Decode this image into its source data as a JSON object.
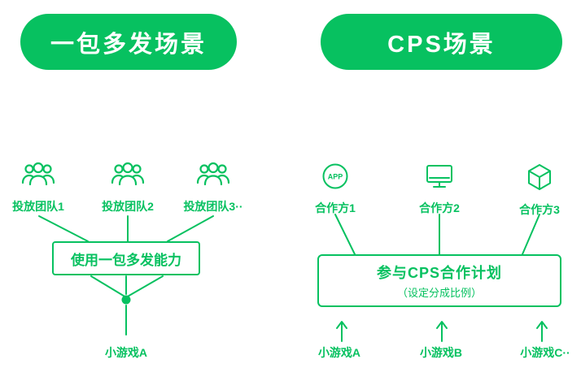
{
  "colors": {
    "green": "#07c160",
    "background": "#ffffff",
    "header_text": "#ffffff"
  },
  "left": {
    "header": "一包多发场景",
    "teams": [
      {
        "label": "投放团队1"
      },
      {
        "label": "投放团队2"
      },
      {
        "label": "投放团队3··"
      }
    ],
    "capability_box": "使用一包多发能力",
    "game": "小游戏A"
  },
  "right": {
    "header": "CPS场景",
    "partners": [
      {
        "label": "合作方1",
        "icon": "app-circle-icon",
        "icon_text": "APP"
      },
      {
        "label": "合作方2",
        "icon": "monitor-icon"
      },
      {
        "label": "合作方3",
        "icon": "hexagon-cube-icon"
      }
    ],
    "plan_box": {
      "title": "参与CPS合作计划",
      "subtitle": "（设定分成比例）"
    },
    "games": [
      {
        "label": "小游戏A"
      },
      {
        "label": "小游戏B"
      },
      {
        "label": "小游戏C··"
      }
    ]
  }
}
